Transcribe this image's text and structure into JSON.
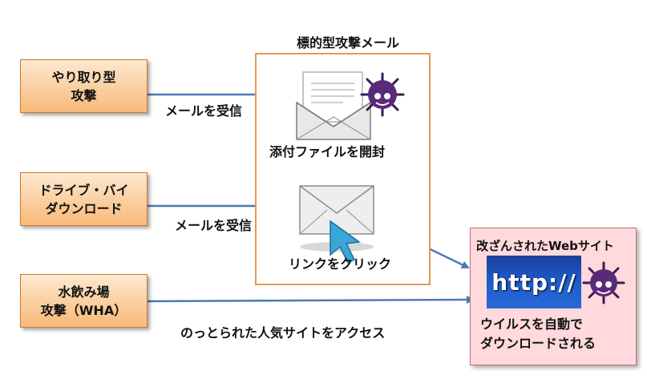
{
  "title": "標的型攻撃メール",
  "attacks": [
    {
      "label": "やり取り型\n攻撃"
    },
    {
      "label": "ドライブ・バイ\nダウンロード"
    },
    {
      "label": "水飲み場\n攻撃（WHA）"
    }
  ],
  "edge_labels": {
    "mail1": "メールを受信",
    "mail2": "メールを受信",
    "access": "のっとられた人気サイトをアクセス"
  },
  "email_group": {
    "attachment_caption": "添付ファイルを開封",
    "link_caption": "リンクをクリック"
  },
  "website": {
    "title": "改ざんされたWebサイト",
    "screen_text": "http://",
    "caption": "ウイルスを自動で\nダウンロードされる"
  },
  "colors": {
    "arrow": "#4a7ab8",
    "attack_box_fill": "#f8b978",
    "group_border": "#e59a53",
    "website_fill": "#ffd9db",
    "virus": "#5a2a7a"
  },
  "icons": [
    "open-envelope-icon",
    "closed-envelope-icon",
    "cursor-arrow-icon",
    "virus-icon"
  ]
}
